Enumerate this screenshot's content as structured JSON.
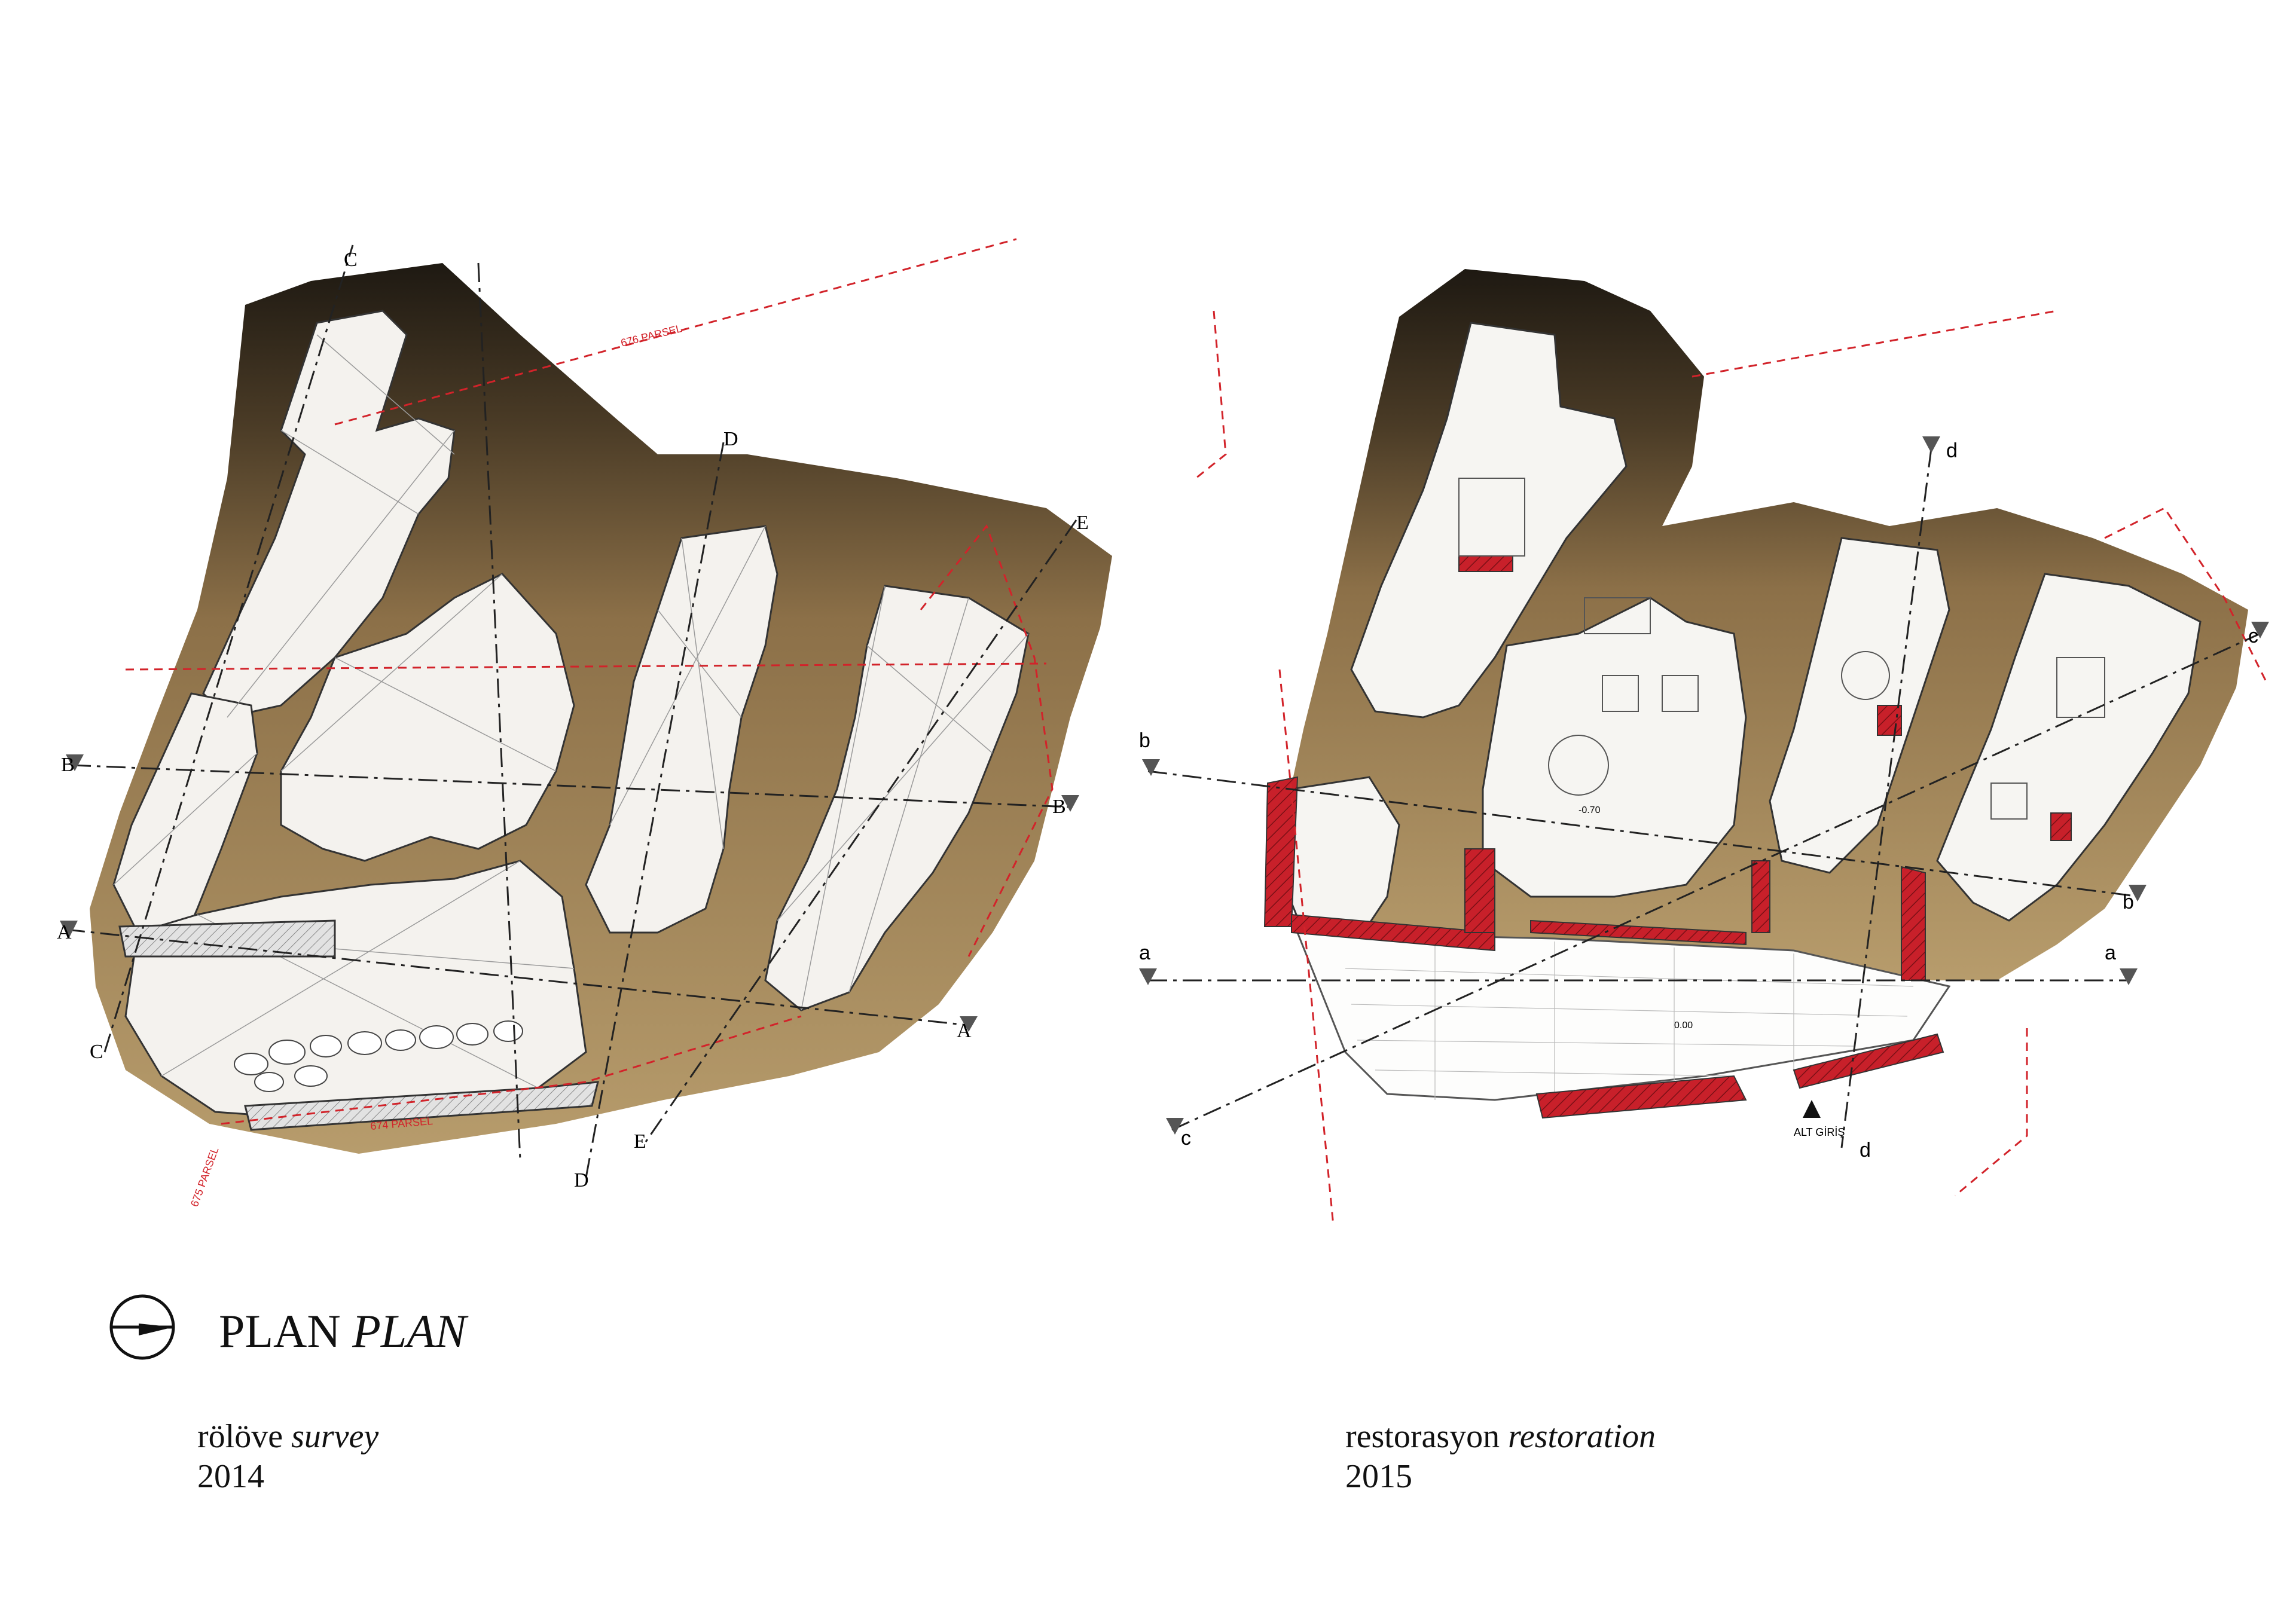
{
  "title": {
    "main": "PLAN",
    "italic": "PLAN"
  },
  "left_caption": {
    "tr": "rölöve",
    "en": "survey",
    "year": "2014"
  },
  "right_caption": {
    "tr": "restorasyon",
    "en": "restoration",
    "year": "2015"
  },
  "survey_sections": {
    "A": "A",
    "B": "B",
    "C": "C",
    "D": "D",
    "E": "E"
  },
  "restoration_sections": {
    "a": "a",
    "b": "b",
    "c": "c",
    "d": "d"
  },
  "parcels": {
    "p676": "676 PARSEL",
    "p674": "674 PARSEL",
    "p675": "675 PARSEL"
  },
  "labels": {
    "entrance": "ALT GİRİŞ",
    "level_a": "0.00",
    "level_b": "-0.70"
  },
  "colors": {
    "rock_dark": "#2a2118",
    "rock_mid": "#8a6d45",
    "rock_light": "#b59a6a",
    "red_wall": "#c8202a",
    "section_line": "#222222",
    "parcel_line": "#d2232a"
  }
}
